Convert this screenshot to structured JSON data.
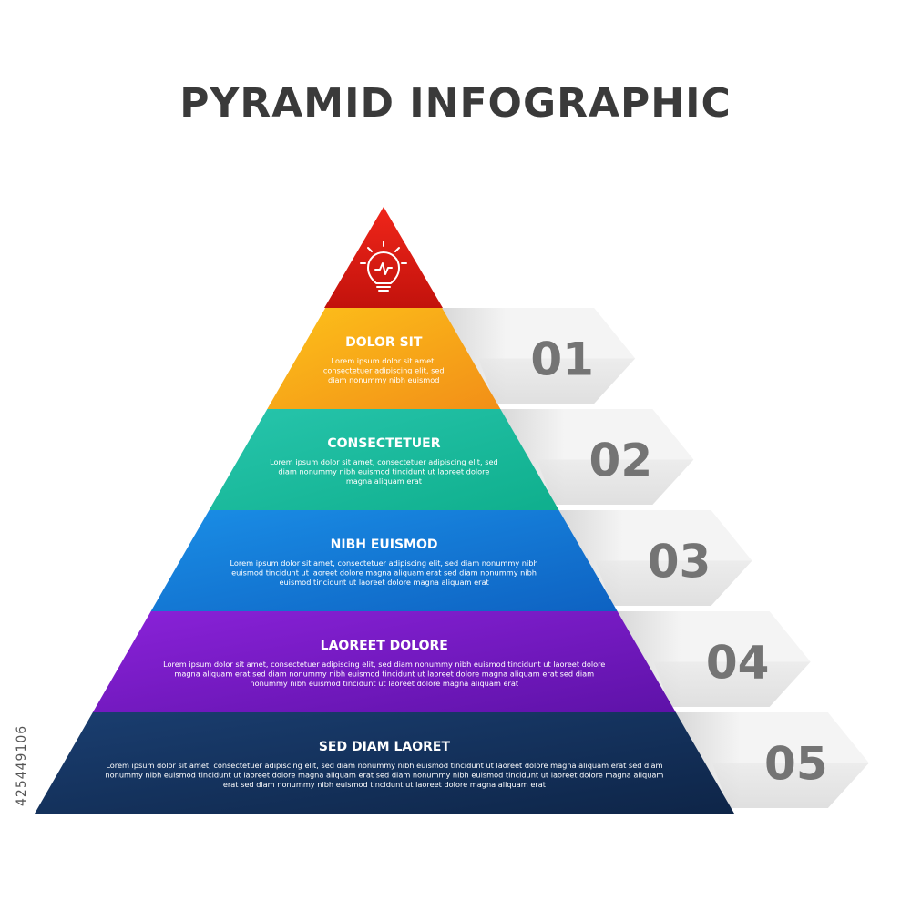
{
  "title": "PYRAMID INFOGRAPHIC",
  "top_icon": "lightbulb-icon",
  "side_id": "425449106",
  "levels": [
    {
      "number": "01",
      "title": "DOLOR SIT",
      "lines": [
        "Lorem ipsum dolor sit amet,",
        "consectetuer adipiscing elit, sed",
        "diam nonummy nibh euismod"
      ],
      "color_light": "#FDC11A",
      "color_dark": "#F28F17"
    },
    {
      "number": "02",
      "title": "CONSECTETUER",
      "lines": [
        "Lorem ipsum dolor sit amet, consectetuer adipiscing elit, sed",
        "diam nonummy nibh euismod tincidunt ut laoreet dolore",
        "magna aliquam erat"
      ],
      "color_light": "#27C5AC",
      "color_dark": "#0FAF8D"
    },
    {
      "number": "03",
      "title": "NIBH EUISMOD",
      "lines": [
        "Lorem ipsum dolor sit amet, consectetuer adipiscing elit, sed diam nonummy nibh",
        "euismod tincidunt ut laoreet dolore magna aliquam erat  sed diam nonummy nibh",
        "euismod tincidunt ut laoreet dolore magna aliquam erat"
      ],
      "color_light": "#1A8EE6",
      "color_dark": "#0E62C2"
    },
    {
      "number": "04",
      "title": "LAOREET DOLORE",
      "lines": [
        "Lorem ipsum dolor sit amet, consectetuer adipiscing elit, sed diam nonummy nibh euismod tincidunt ut laoreet dolore",
        "magna aliquam erat  sed diam nonummy nibh euismod tincidunt ut laoreet dolore magna aliquam erat  sed diam",
        "nonummy nibh euismod tincidunt ut laoreet dolore magna aliquam erat"
      ],
      "color_light": "#8A22D9",
      "color_dark": "#5E12A8"
    },
    {
      "number": "05",
      "title": "SED DIAM LAORET",
      "lines": [
        "Lorem ipsum dolor sit amet, consectetuer adipiscing elit, sed diam nonummy nibh euismod tincidunt ut laoreet dolore magna aliquam erat  sed diam",
        "nonummy nibh euismod tincidunt ut laoreet dolore magna aliquam erat  sed diam nonummy nibh euismod tincidunt ut laoreet dolore magna aliquam",
        "erat  sed diam nonummy nibh euismod tincidunt ut laoreet dolore magna aliquam erat"
      ],
      "color_light": "#1A3E70",
      "color_dark": "#0E2548"
    }
  ],
  "apex_color_light": "#F0261A",
  "apex_color_dark": "#C2120C",
  "tab_color_light": "#F4F4F4",
  "tab_color_dark": "#D6D6D6"
}
